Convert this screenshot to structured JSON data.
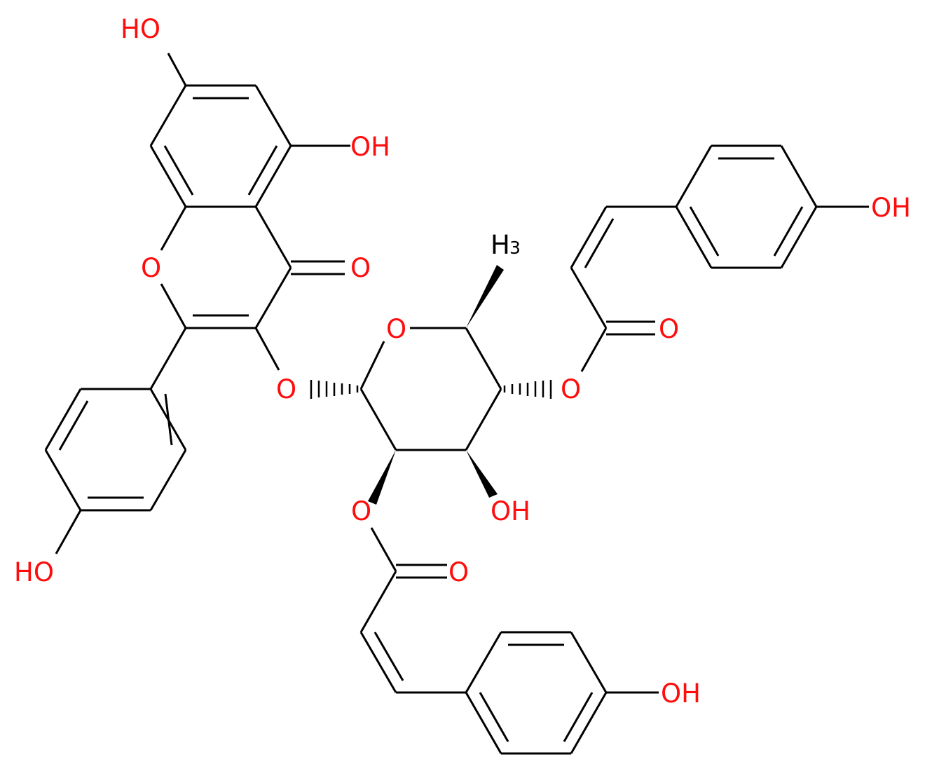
{
  "molecule": {
    "background": "#ffffff",
    "bond_color": "#000000",
    "oxygen_color": "#ff0d0d",
    "labels": {
      "oh_top": "HO",
      "oh_5": "OH",
      "o_ring": "O",
      "o_keto": "O",
      "o_glyco": "O",
      "o_sugar_ring": "O",
      "ch3_h": "H",
      "ch3_sub": "3",
      "o_ester4": "O",
      "o_carbonyl_top": "O",
      "oh_top_right": "OH",
      "oh_sugar3": "OH",
      "o_ester2": "O",
      "o_carbonyl_bottom": "O",
      "oh_bottom_right": "OH",
      "oh_bottom_left": "HO"
    }
  }
}
